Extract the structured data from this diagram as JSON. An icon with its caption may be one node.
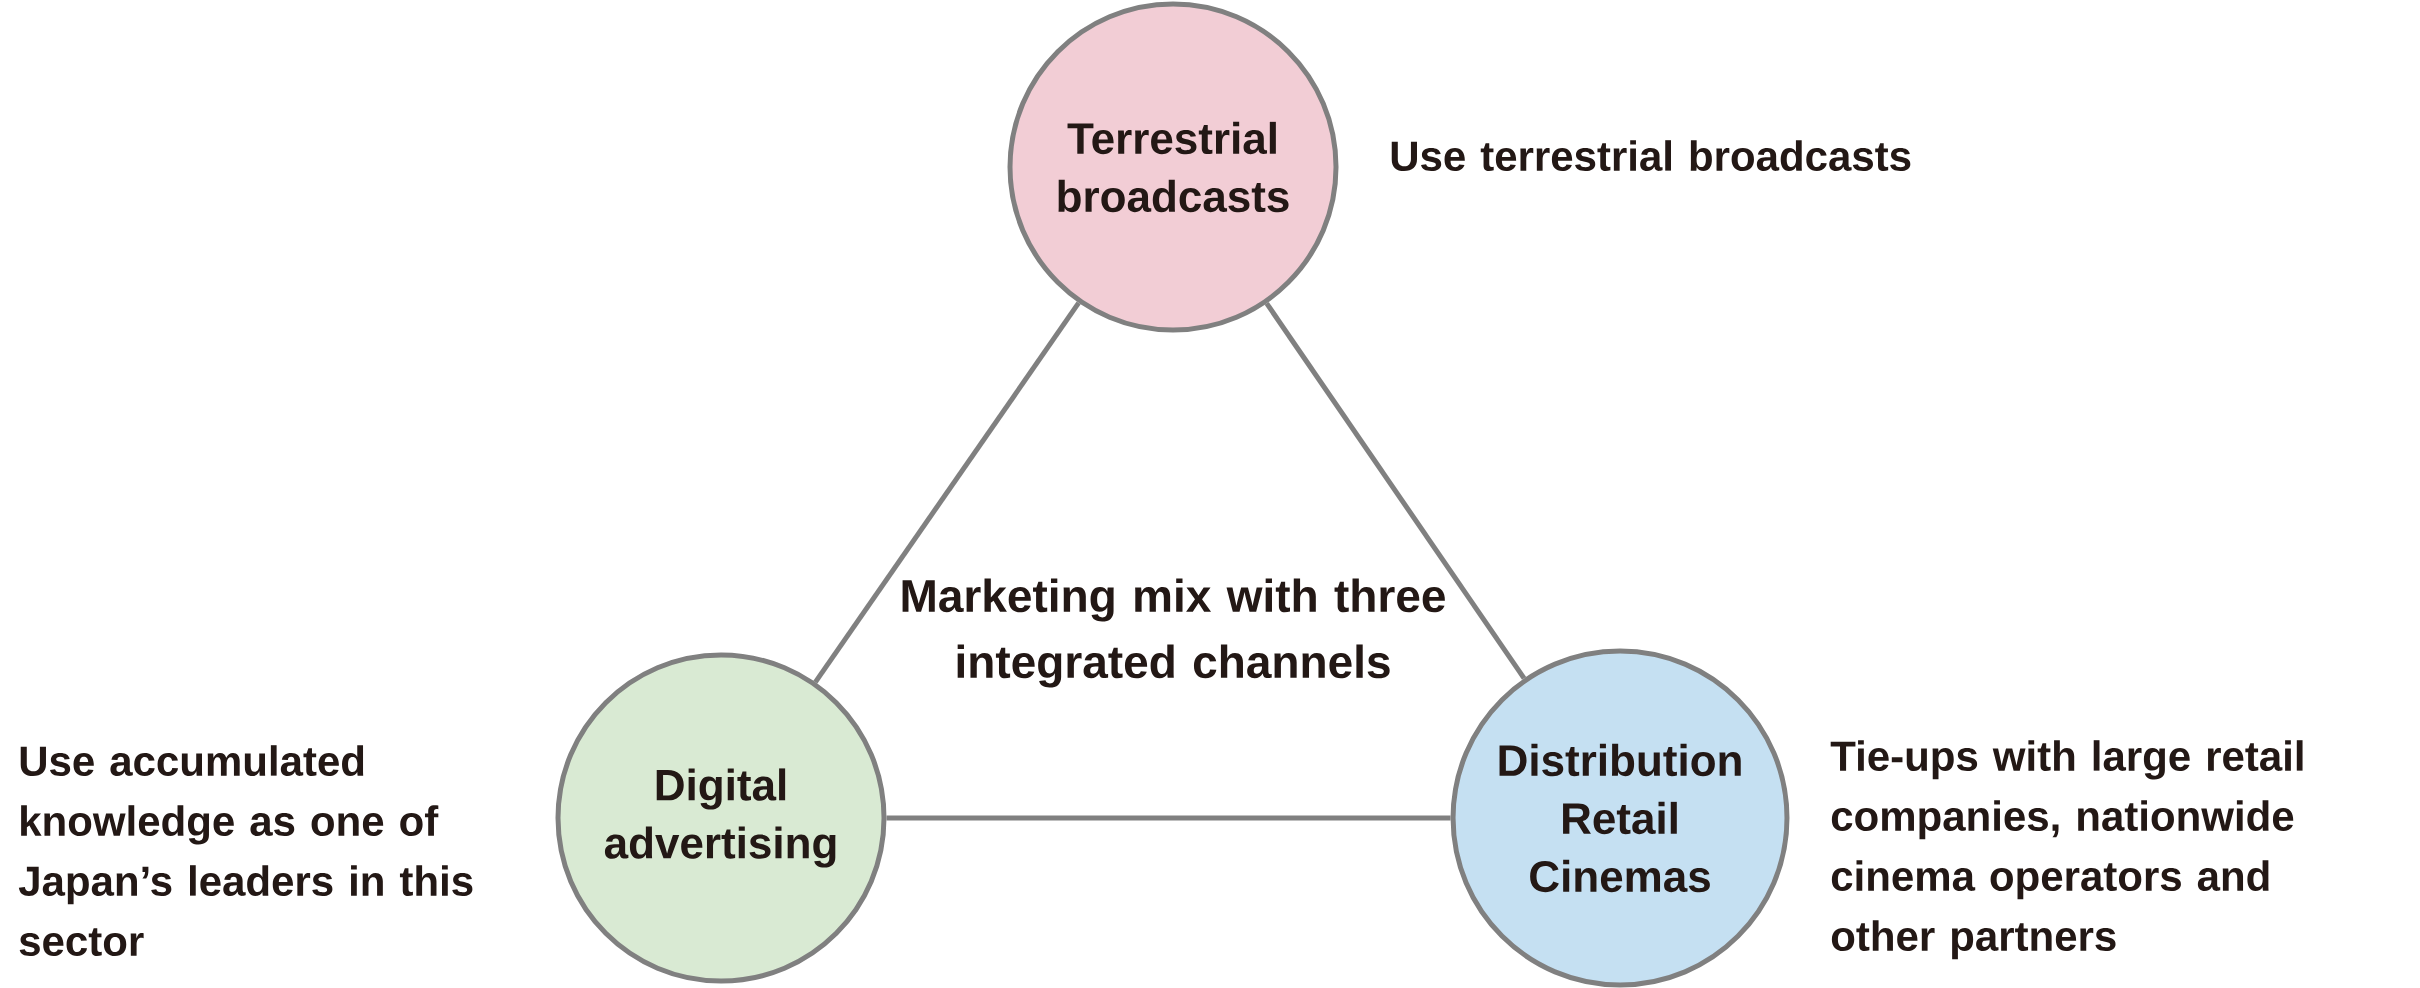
{
  "diagram": {
    "nodes": [
      {
        "text": [
          "Terrestrial broadcasts"
        ],
        "beside": [
          "Use terrestrial broadcasts"
        ]
      },
      {
        "text": [
          "Digital advertising"
        ],
        "beside": [
          "Use accumulated knowledge as one of Japan’s leaders in this sector"
        ]
      },
      {
        "text": [
          "Distribution Retail Cinemas"
        ],
        "beside": [
          "Tie-ups with large retail companies, nationwide cinema operators and other partners"
        ]
      }
    ],
    "edges": [
      {
        "from": 0,
        "to": 1,
        "arrow": "none"
      },
      {
        "from": 0,
        "to": 2,
        "arrow": "none"
      },
      {
        "from": 1,
        "to": 2,
        "arrow": "none"
      }
    ],
    "labels": [
      "Marketing mix with three integrated channels"
    ]
  }
}
